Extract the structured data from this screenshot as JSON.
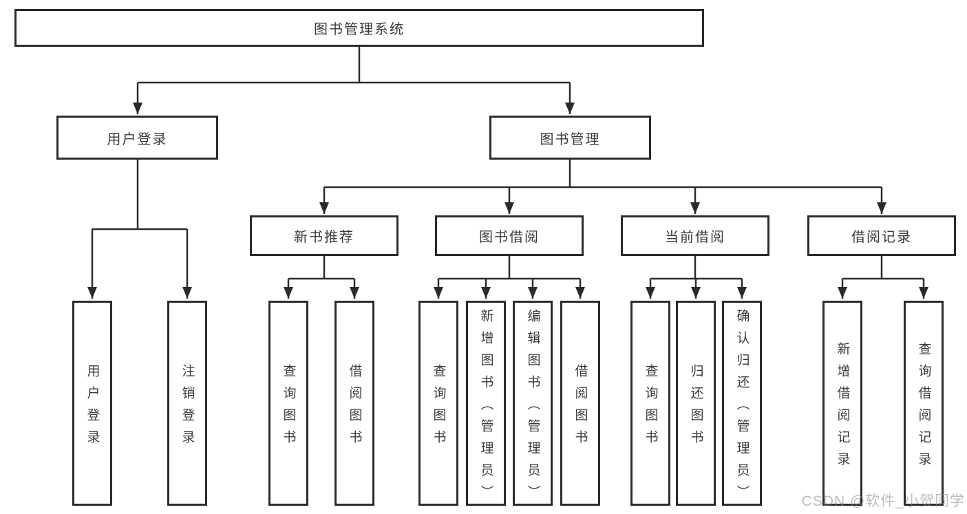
{
  "diagram": {
    "root": {
      "label": "图书管理系统",
      "children": [
        {
          "label": "用户登录",
          "children": [
            {
              "label": "用户登录"
            },
            {
              "label": "注销登录"
            }
          ]
        },
        {
          "label": "图书管理",
          "children": [
            {
              "label": "新书推荐",
              "children": [
                {
                  "label": "查询图书"
                },
                {
                  "label": "借阅图书"
                }
              ]
            },
            {
              "label": "图书借阅",
              "children": [
                {
                  "label": "查询图书"
                },
                {
                  "label": "新增图书（管理员）"
                },
                {
                  "label": "编辑图书（管理员）"
                },
                {
                  "label": "借阅图书"
                }
              ]
            },
            {
              "label": "当前借阅",
              "children": [
                {
                  "label": "查询图书"
                },
                {
                  "label": "归还图书"
                },
                {
                  "label": "确认归还（管理员）"
                }
              ]
            },
            {
              "label": "借阅记录",
              "children": [
                {
                  "label": "新增借阅记录"
                },
                {
                  "label": "查询借阅记录"
                }
              ]
            }
          ]
        }
      ]
    }
  },
  "watermark": "CSDN @软件_小贺同学",
  "colors": {
    "background": "#ffffff",
    "line": "#2b2b2b",
    "box_border": "#2b2b2b",
    "text": "#3a3a3a",
    "watermark": "#b3b3b3"
  }
}
